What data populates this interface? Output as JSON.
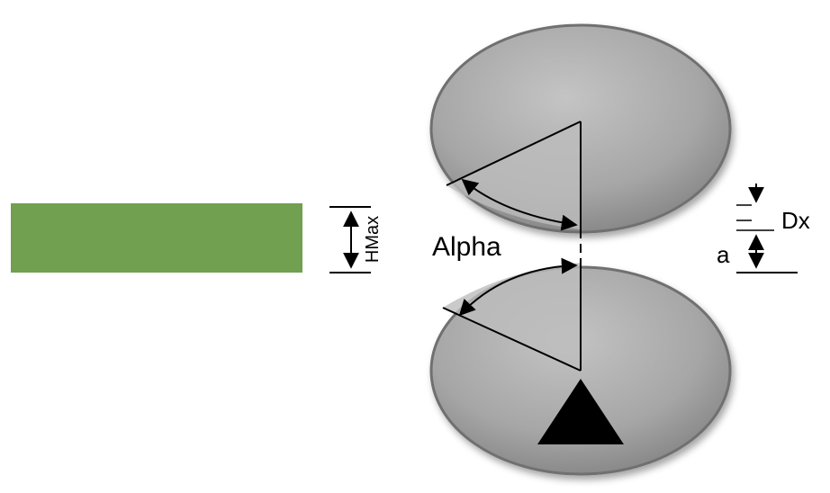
{
  "labels": {
    "hmax": "HMax",
    "alpha": "Alpha",
    "dx": "Dx",
    "a": "a"
  },
  "colors": {
    "strip": "#70a050",
    "roll_fill": "#a6a6a6",
    "roll_highlight": "#c6c6c6",
    "roll_edge": "#6f6f6f",
    "wedge": "#bdbdbd",
    "support": "#000000",
    "line": "#000000"
  },
  "icons": {
    "support": "triangle-support-icon",
    "arrow": "arrowhead-icon"
  }
}
